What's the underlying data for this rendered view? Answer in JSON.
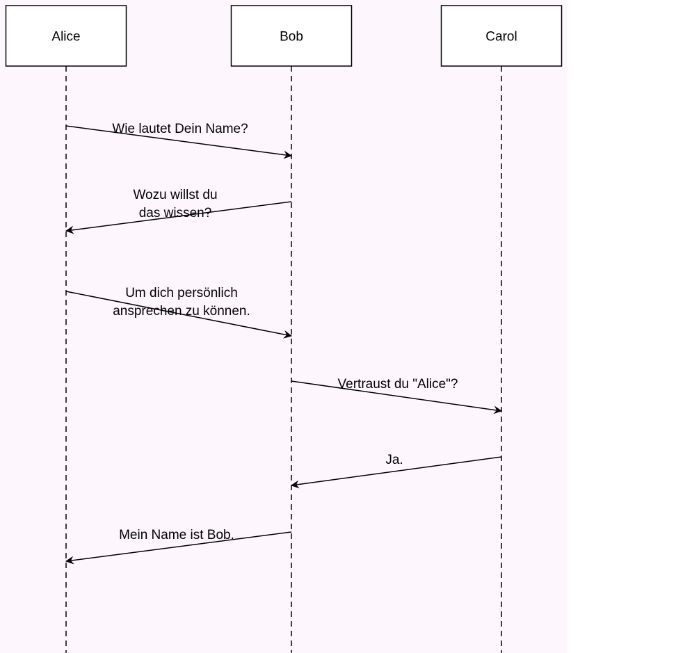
{
  "colors": {
    "background": "#fdf7fd",
    "line": "#000000",
    "actor_fill": "#ffffff"
  },
  "actors": [
    {
      "id": "alice",
      "label": "Alice"
    },
    {
      "id": "bob",
      "label": "Bob"
    },
    {
      "id": "carol",
      "label": "Carol"
    }
  ],
  "messages": [
    {
      "from": "alice",
      "to": "bob",
      "lines": [
        "Wie lautet Dein Name?"
      ]
    },
    {
      "from": "bob",
      "to": "alice",
      "lines": [
        "Wozu willst du",
        "das wissen?"
      ]
    },
    {
      "from": "alice",
      "to": "bob",
      "lines": [
        "Um dich persönlich",
        "ansprechen zu können."
      ]
    },
    {
      "from": "bob",
      "to": "carol",
      "lines": [
        "Vertraust du \"Alice\"?"
      ]
    },
    {
      "from": "carol",
      "to": "bob",
      "lines": [
        "Ja."
      ]
    },
    {
      "from": "bob",
      "to": "alice",
      "lines": [
        "Mein Name ist Bob."
      ]
    }
  ]
}
